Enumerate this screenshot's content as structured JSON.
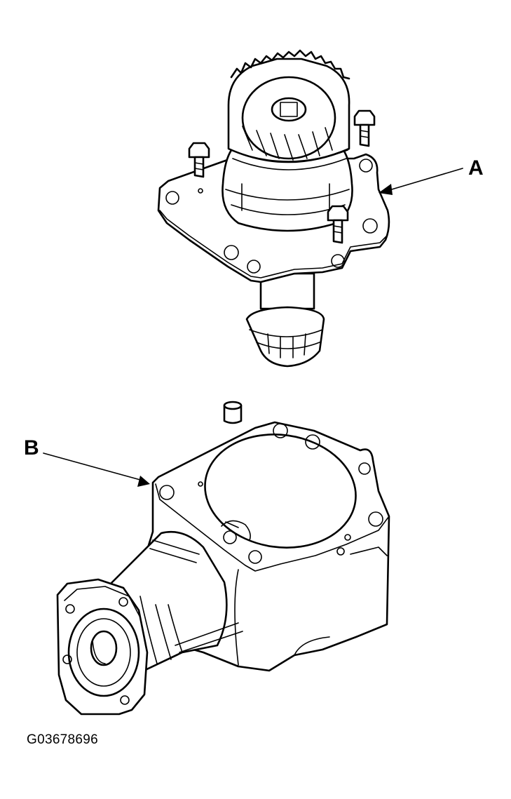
{
  "labels": {
    "a": "A",
    "b": "B"
  },
  "figure_id": "G03678696",
  "colors": {
    "line": "#000000",
    "background": "#ffffff"
  }
}
